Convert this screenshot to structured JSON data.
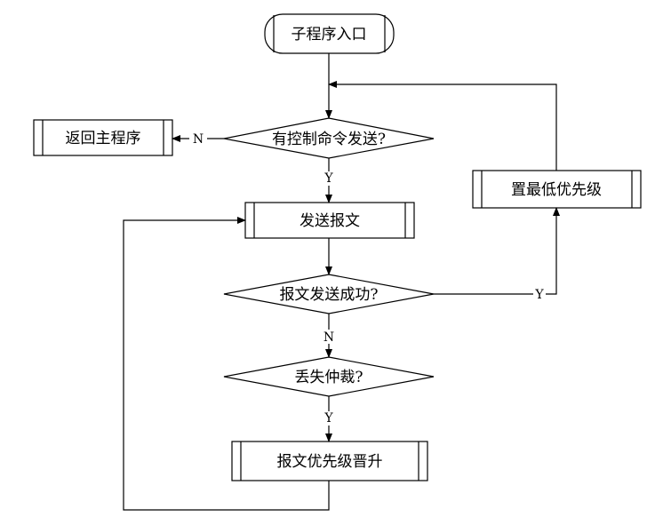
{
  "nodes": {
    "start": "子程序入口",
    "decision_control": "有控制命令发送?",
    "return_main": "返回主程序",
    "send_message": "发送报文",
    "decision_success": "报文发送成功?",
    "set_lowest": "置最低优先级",
    "decision_lost": "丢失仲裁?",
    "raise_priority": "报文优先级晋升"
  },
  "edge_labels": {
    "control_no": "N",
    "control_yes": "Y",
    "success_yes": "Y",
    "success_no": "N",
    "lost_yes": "Y"
  }
}
